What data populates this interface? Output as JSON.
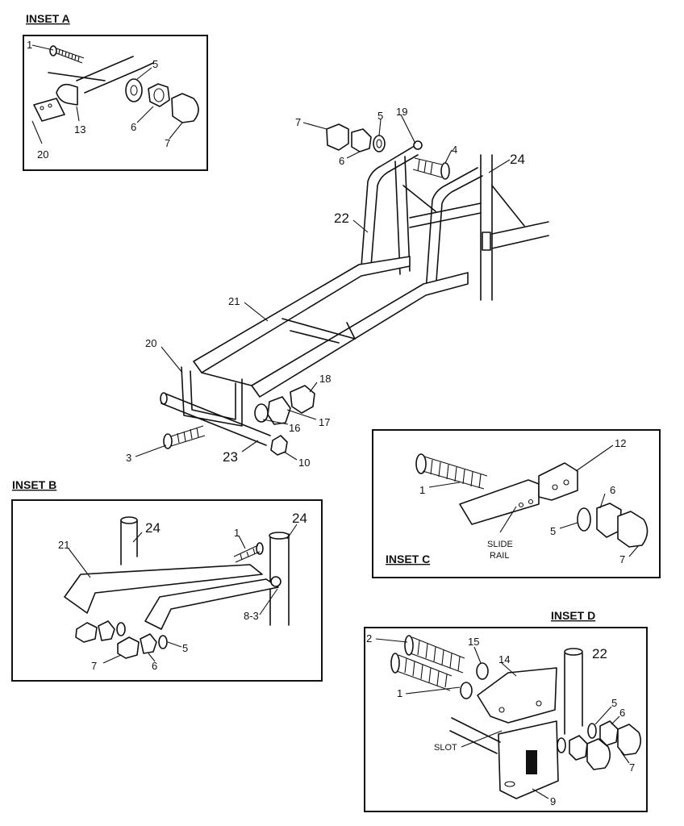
{
  "insets": {
    "a": {
      "title": "INSET A"
    },
    "b": {
      "title": "INSET B"
    },
    "c": {
      "title": "INSET C"
    },
    "d": {
      "title": "INSET D"
    }
  },
  "labels": {
    "main": {
      "p7": "7",
      "p5": "5",
      "p19": "19",
      "p4": "4",
      "p6": "6",
      "p24": "24",
      "p22": "22",
      "p21": "21",
      "p20": "20",
      "p18": "18",
      "p17": "17",
      "p16": "16",
      "p3": "3",
      "p23": "23",
      "p10": "10"
    },
    "inset_a": {
      "p1": "1",
      "p5": "5",
      "p13": "13",
      "p6": "6",
      "p7": "7",
      "p20": "20"
    },
    "inset_b": {
      "p24a": "24",
      "p24b": "24",
      "p21": "21",
      "p1": "1",
      "p83": "8-3",
      "p5": "5",
      "p7": "7",
      "p6": "6"
    },
    "inset_c": {
      "p12": "12",
      "p1": "1",
      "p6": "6",
      "p5": "5",
      "slide": "SLIDE",
      "rail": "RAIL",
      "p7": "7"
    },
    "inset_d": {
      "p2": "2",
      "p15": "15",
      "p14": "14",
      "p22": "22",
      "p1": "1",
      "p5": "5",
      "p6": "6",
      "slot": "SLOT",
      "p7": "7",
      "p9": "9"
    }
  }
}
